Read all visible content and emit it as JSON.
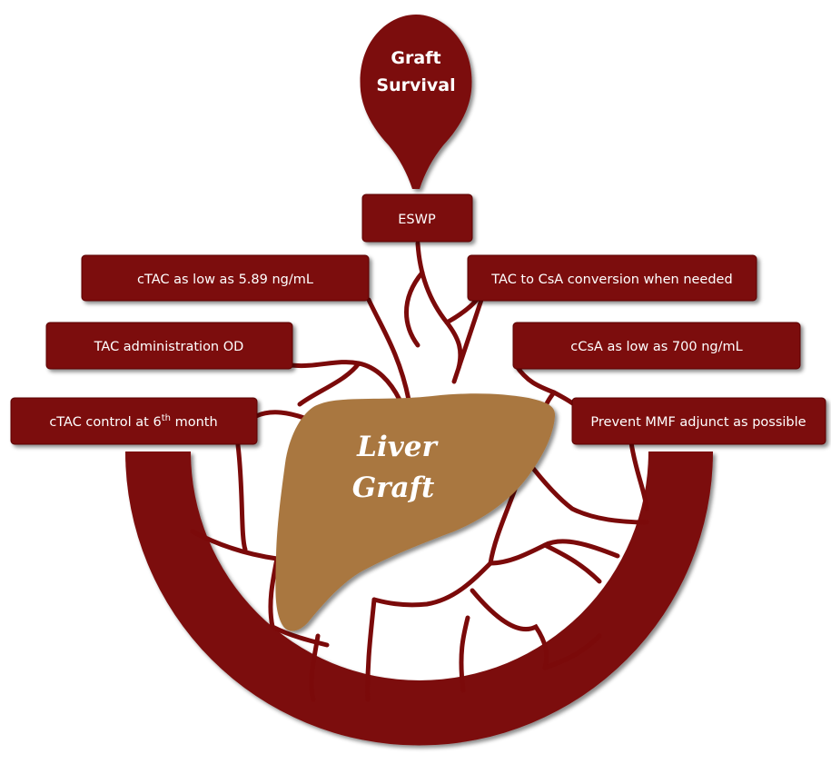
{
  "colors": {
    "vessel": "#7b0a0a",
    "box": "#7b0a0a",
    "liver": "#a9773f",
    "text": "#ffffff"
  },
  "top_pin": {
    "line1": "Graft",
    "line2": "Survival"
  },
  "center": {
    "line1": "Liver",
    "line2": "Graft"
  },
  "boxes": {
    "eswp": "ESWP",
    "ctac_low": "cTAC as low as 5.89 ng/mL",
    "tac_od": "TAC administration OD",
    "ctac_control_main": "cTAC control at 6",
    "ctac_control_sup": "th",
    "ctac_control_tail": " month",
    "tac_csa": "TAC to CsA conversion when needed",
    "ccsa_low": "cCsA as low as 700 ng/mL",
    "mmf": "Prevent MMF adjunct as possible"
  }
}
